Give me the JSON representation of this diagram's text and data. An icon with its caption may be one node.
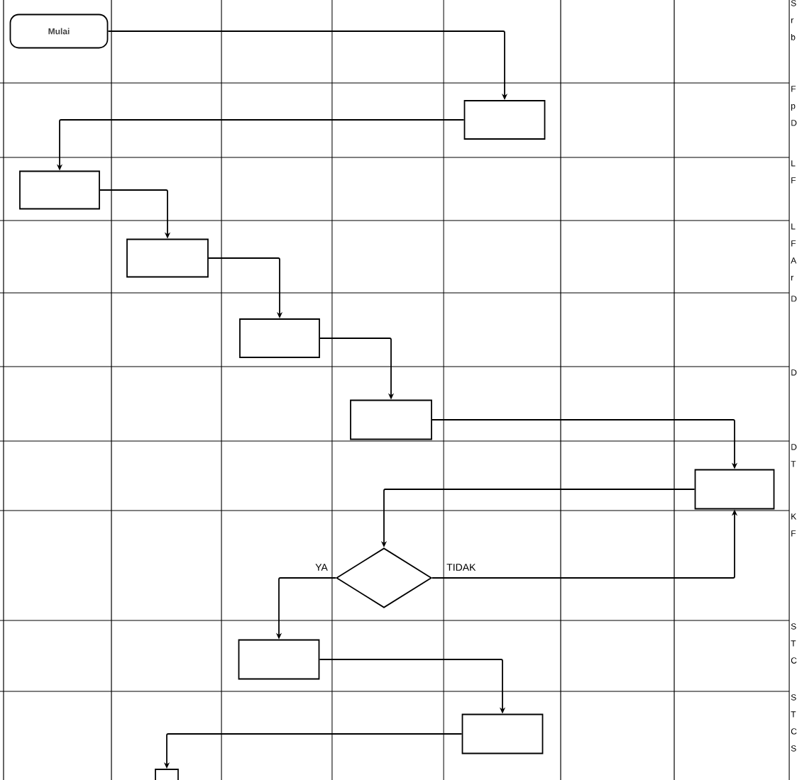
{
  "diagram": {
    "nodes": [
      {
        "text": [
          "Mulai"
        ]
      },
      {
        "text": [],
        "shape": "box"
      },
      {
        "text": [],
        "shape": "box"
      },
      {
        "text": [],
        "shape": "box"
      },
      {
        "text": [],
        "shape": "box"
      },
      {
        "text": [],
        "shape": "box"
      },
      {
        "text": [],
        "shape": "box"
      },
      {
        "text": [],
        "shape": "diamond"
      },
      {
        "text": [],
        "shape": "box"
      },
      {
        "text": [],
        "shape": "box"
      },
      {
        "text": [],
        "shape": "box"
      }
    ],
    "edges": [
      {
        "from": 0,
        "to": 1,
        "arrow": "to"
      },
      {
        "from": 1,
        "to": 2,
        "arrow": "to"
      },
      {
        "from": 2,
        "to": 3,
        "arrow": "to"
      },
      {
        "from": 3,
        "to": 4,
        "arrow": "to"
      },
      {
        "from": 4,
        "to": 5,
        "arrow": "to"
      },
      {
        "from": 5,
        "to": 6,
        "arrow": "to"
      },
      {
        "from": 6,
        "to": 7,
        "arrow": "to"
      },
      {
        "from": 7,
        "to": 6,
        "arrow": "to",
        "label": "TIDAK"
      },
      {
        "from": 7,
        "to": 8,
        "arrow": "to",
        "label": "YA"
      },
      {
        "from": 8,
        "to": 9,
        "arrow": "to"
      },
      {
        "from": 9,
        "to": 10,
        "arrow": "to"
      }
    ],
    "labels": [
      "S r b",
      "F p D",
      "L F",
      "L F A r",
      "D",
      "D",
      "D T",
      "K F",
      "S T C",
      "S T C S"
    ]
  }
}
